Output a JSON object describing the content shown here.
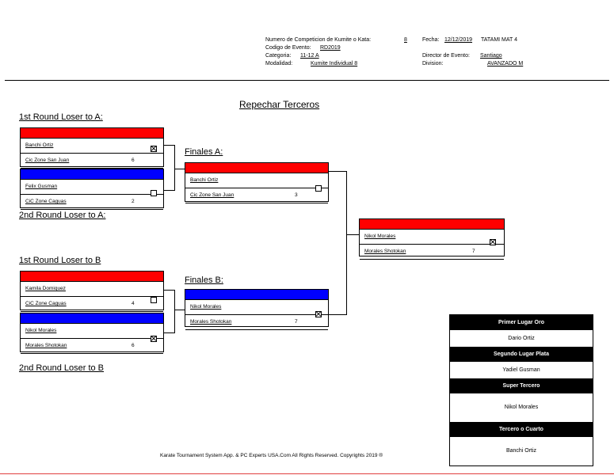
{
  "header": {
    "comp_label": "Numero de Competicion de Kumite o Kata:",
    "comp_value": "8",
    "fecha_label": "Fecha:",
    "fecha_value": "12/12/2019",
    "tatami": "TATAMI MAT 4",
    "codigo_label": "Codigo de Evento:",
    "codigo_value": "RD2019",
    "categoria_label": "Categoria:",
    "categoria_value": "11-12 A",
    "director_label": "Director de Evento:",
    "director_value": "Santiago",
    "modalidad_label": "Modalidad:",
    "modalidad_value": "Kumite Individual 8",
    "division_label": "Division:",
    "division_value": "AVANZADO M"
  },
  "title": "Repechar Terceros",
  "sections": {
    "r1_loser_a": "1st Round Loser to A:",
    "r2_loser_a": "2nd Round Loser to A:",
    "r1_loser_b": "1st Round Loser to B",
    "r2_loser_b": "2nd Round Loser to B",
    "finales_a": "Finales A:",
    "finales_b": "Finales B:"
  },
  "matches": {
    "a1_red": {
      "name": "Banchi Ortiz",
      "team": "Cic Zone San Juan",
      "score": "6",
      "checked": true
    },
    "a1_blue": {
      "name": "Felix Gusman",
      "team": "CiC Zone Caguas",
      "score": "2",
      "checked": false
    },
    "b1_red": {
      "name": "Kamila Domiquez",
      "team": "CiC Zone Caguas",
      "score": "4",
      "checked": false
    },
    "b1_blue": {
      "name": "Nikol Morales",
      "team": "Morales Shotokan",
      "score": "6",
      "checked": true
    },
    "final_a": {
      "name": "Banchi Ortiz",
      "team": "Cic Zone San Juan",
      "score": "3",
      "checked": false
    },
    "final_b": {
      "name": "Nikol Morales",
      "team": "Morales Shotokan",
      "score": "7",
      "checked": true
    },
    "winner": {
      "name": "Nikol Morales",
      "team": "Morales Shotokan",
      "score": "7",
      "checked": true
    }
  },
  "podium": [
    {
      "label": "Primer Lugar Oro",
      "value": "Dario Ortiz"
    },
    {
      "label": "Segundo Lugar Plata",
      "value": "Yadiel Gusman"
    },
    {
      "label": "Super Tercero",
      "value": "Nikol Morales"
    },
    {
      "label": "Tercero o Cuarto",
      "value": "Banchi Ortiz"
    }
  ],
  "footer": "Karate Tournament System App. & PC Experts USA.Com All Rights Reserved. Copyrights 2019 ®",
  "colors": {
    "red": "#ff0000",
    "blue": "#0000ff",
    "black": "#000000"
  },
  "icons": {
    "checked": "checked-box-icon",
    "unchecked": "unchecked-box-icon"
  }
}
